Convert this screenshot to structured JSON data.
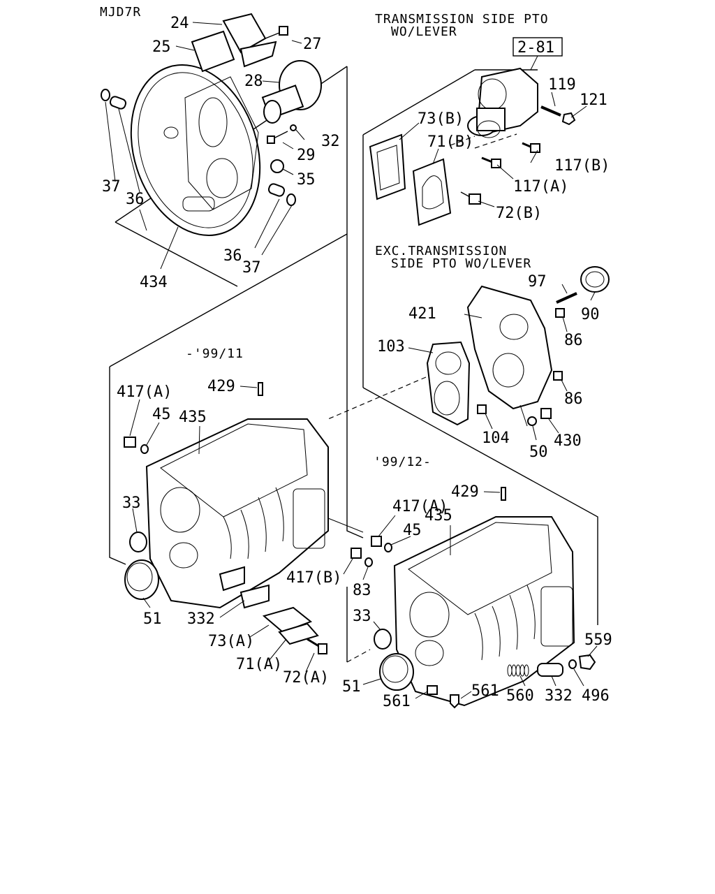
{
  "drawing_code": "MJD7R",
  "ref_box": "2-81",
  "headers": {
    "pto_line1": "TRANSMISSION SIDE PTO",
    "pto_line2": "WO/LEVER",
    "exc_line1": "EXC.TRANSMISSION",
    "exc_line2": "SIDE PTO WO/LEVER",
    "period_early": "-'99/11",
    "period_late": "'99/12-"
  },
  "labels": {
    "l24": "24",
    "l25": "25",
    "l27": "27",
    "l28": "28",
    "l29": "29",
    "l32": "32",
    "l35": "35",
    "l37a": "37",
    "l36a": "36",
    "l36b": "36",
    "l37b": "37",
    "l434": "434",
    "l119": "119",
    "l121": "121",
    "l73b": "73(B)",
    "l71b": "71(B)",
    "l117b": "117(B)",
    "l117a": "117(A)",
    "l72b": "72(B)",
    "l97": "97",
    "l90": "90",
    "l421": "421",
    "l86a": "86",
    "l103": "103",
    "l86b": "86",
    "l104": "104",
    "l50": "50",
    "l430": "430",
    "l429a": "429",
    "l417a1": "417(A)",
    "l45a": "45",
    "l435a": "435",
    "l33a": "33",
    "l51a": "51",
    "l332a": "332",
    "l73a": "73(A)",
    "l71a": "71(A)",
    "l72a": "72(A)",
    "l429b": "429",
    "l417a2": "417(A)",
    "l435b": "435",
    "l45b": "45",
    "l417b": "417(B)",
    "l83": "83",
    "l33b": "33",
    "l51b": "51",
    "l561a": "561",
    "l561b": "561",
    "l560": "560",
    "l332b": "332",
    "l496": "496",
    "l559": "559"
  }
}
